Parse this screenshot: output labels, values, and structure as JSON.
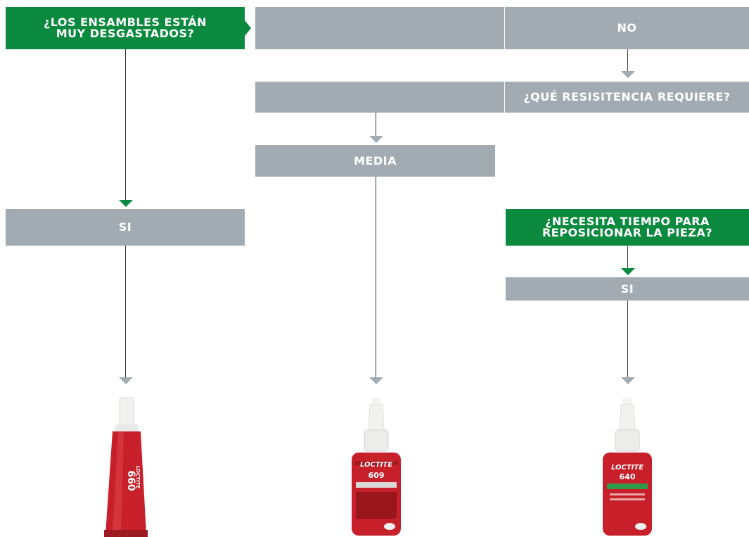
{
  "diagram": {
    "q1": "¿LOS ENSAMBLES ESTÁN MUY DESGASTADOS?",
    "no_label": "NO",
    "q2": "¿QUÉ RESISITENCIA REQUIERE?",
    "media_label": "MEDIA",
    "si_left_label": "SI",
    "q3": "¿NECESITA TIEMPO PARA REPOSICIONAR LA PIEZA?",
    "si_right_label": "SI"
  },
  "products": {
    "tube": {
      "brand": "LOCTITE",
      "number": "660"
    },
    "bottle_middle": {
      "brand": "LOCTITE",
      "number": "609"
    },
    "bottle_right": {
      "brand": "LOCTITE",
      "number": "640"
    }
  },
  "colors": {
    "grey_box": "#a2abb2",
    "green_box": "#0b8a3f",
    "connector": "#333333",
    "product_red": "#c8202a"
  }
}
